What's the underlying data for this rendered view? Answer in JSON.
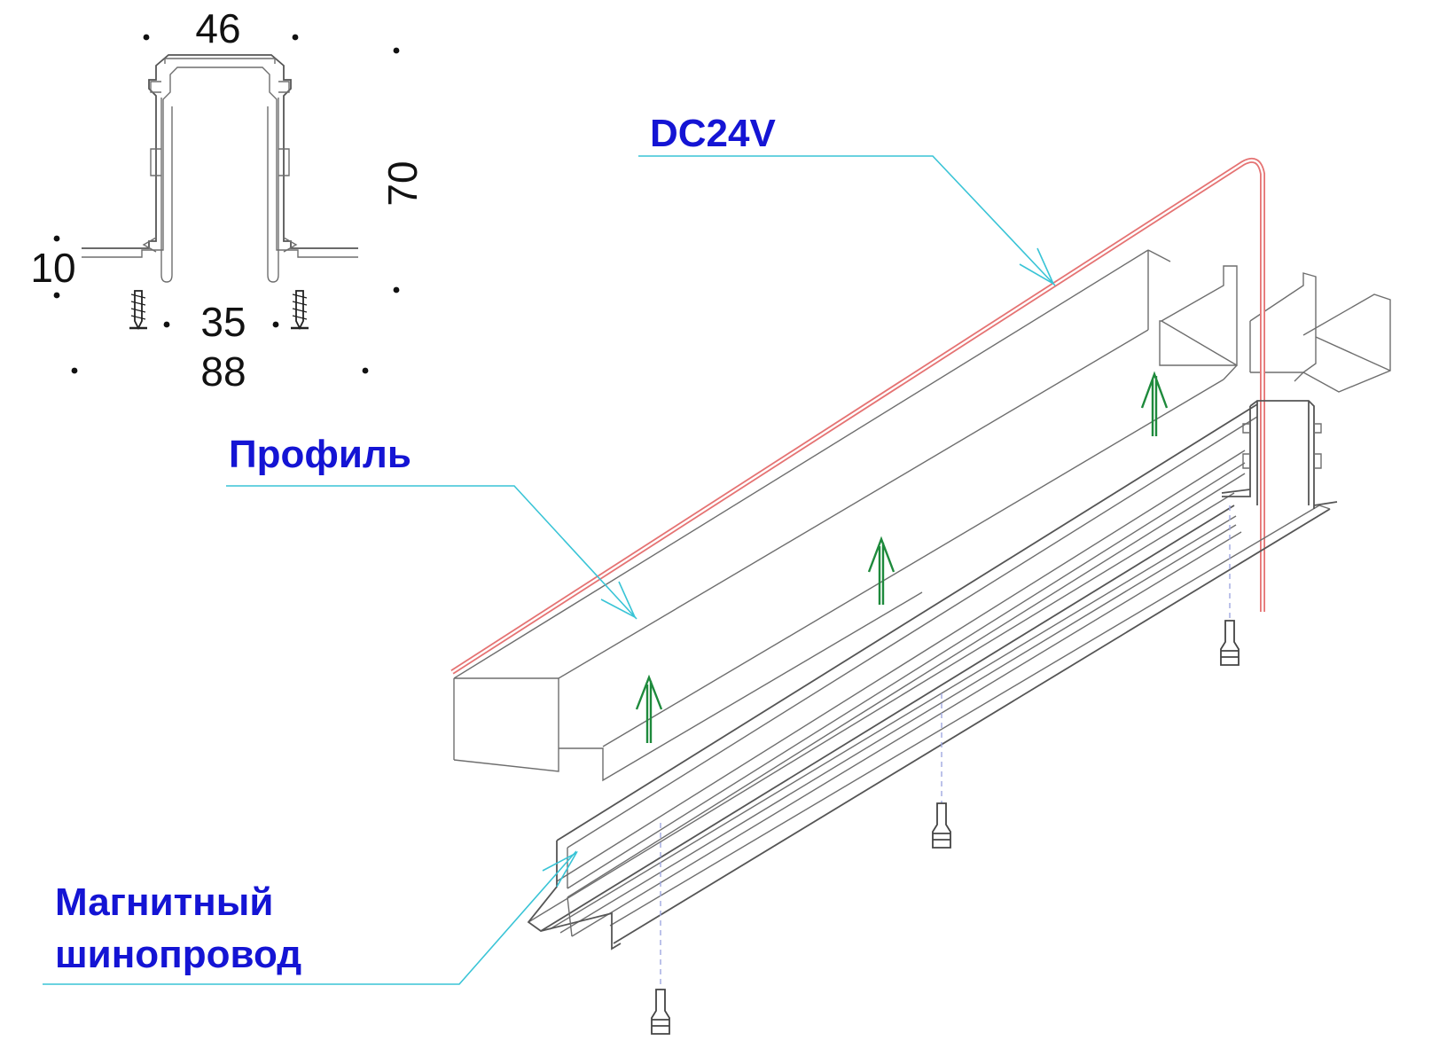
{
  "dimensions": {
    "top_width": "46",
    "height": "70",
    "flange": "10",
    "inner_width": "35",
    "overall_width": "88"
  },
  "labels": {
    "voltage": "DC24V",
    "profile": "Профиль",
    "busbar_line1": "Магнитный",
    "busbar_line2": "шинопровод"
  },
  "colors": {
    "label_text": "#1414d4",
    "leader_line": "#39c4d6",
    "cable": "#e57373",
    "mount_arrow": "#1e8a3c"
  }
}
